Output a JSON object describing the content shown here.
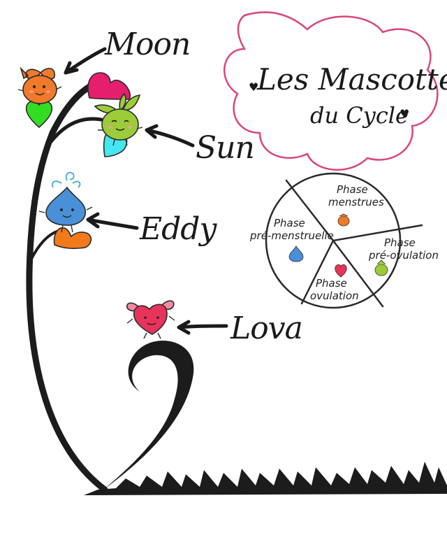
{
  "title": {
    "line1": "Les Mascottes",
    "line2": "du Cycle"
  },
  "mascots": {
    "moon": {
      "label": "Moon"
    },
    "sun": {
      "label": "Sun"
    },
    "eddy": {
      "label": "Eddy"
    },
    "lova": {
      "label": "Lova"
    }
  },
  "phase_wheel": {
    "menstrues": {
      "line1": "Phase",
      "line2": "menstrues"
    },
    "pre_ovulation": {
      "line1": "Phase",
      "line2": "pré-ovulation"
    },
    "ovulation": {
      "line1": "Phase",
      "line2": "ovulation"
    },
    "pre_menstruelle": {
      "line1": "Phase",
      "line2": "pré-menstruelle"
    }
  },
  "colors": {
    "moon": "#f07a2a",
    "sun": "#9ccc3a",
    "eddy": "#4a90d9",
    "lova": "#e8345a",
    "cloud_outline": "#d9467a",
    "heart_pink": "#e61e6e",
    "heart_green": "#33dd22",
    "heart_cyan": "#44e6f0",
    "heart_orange": "#f27a1a"
  }
}
